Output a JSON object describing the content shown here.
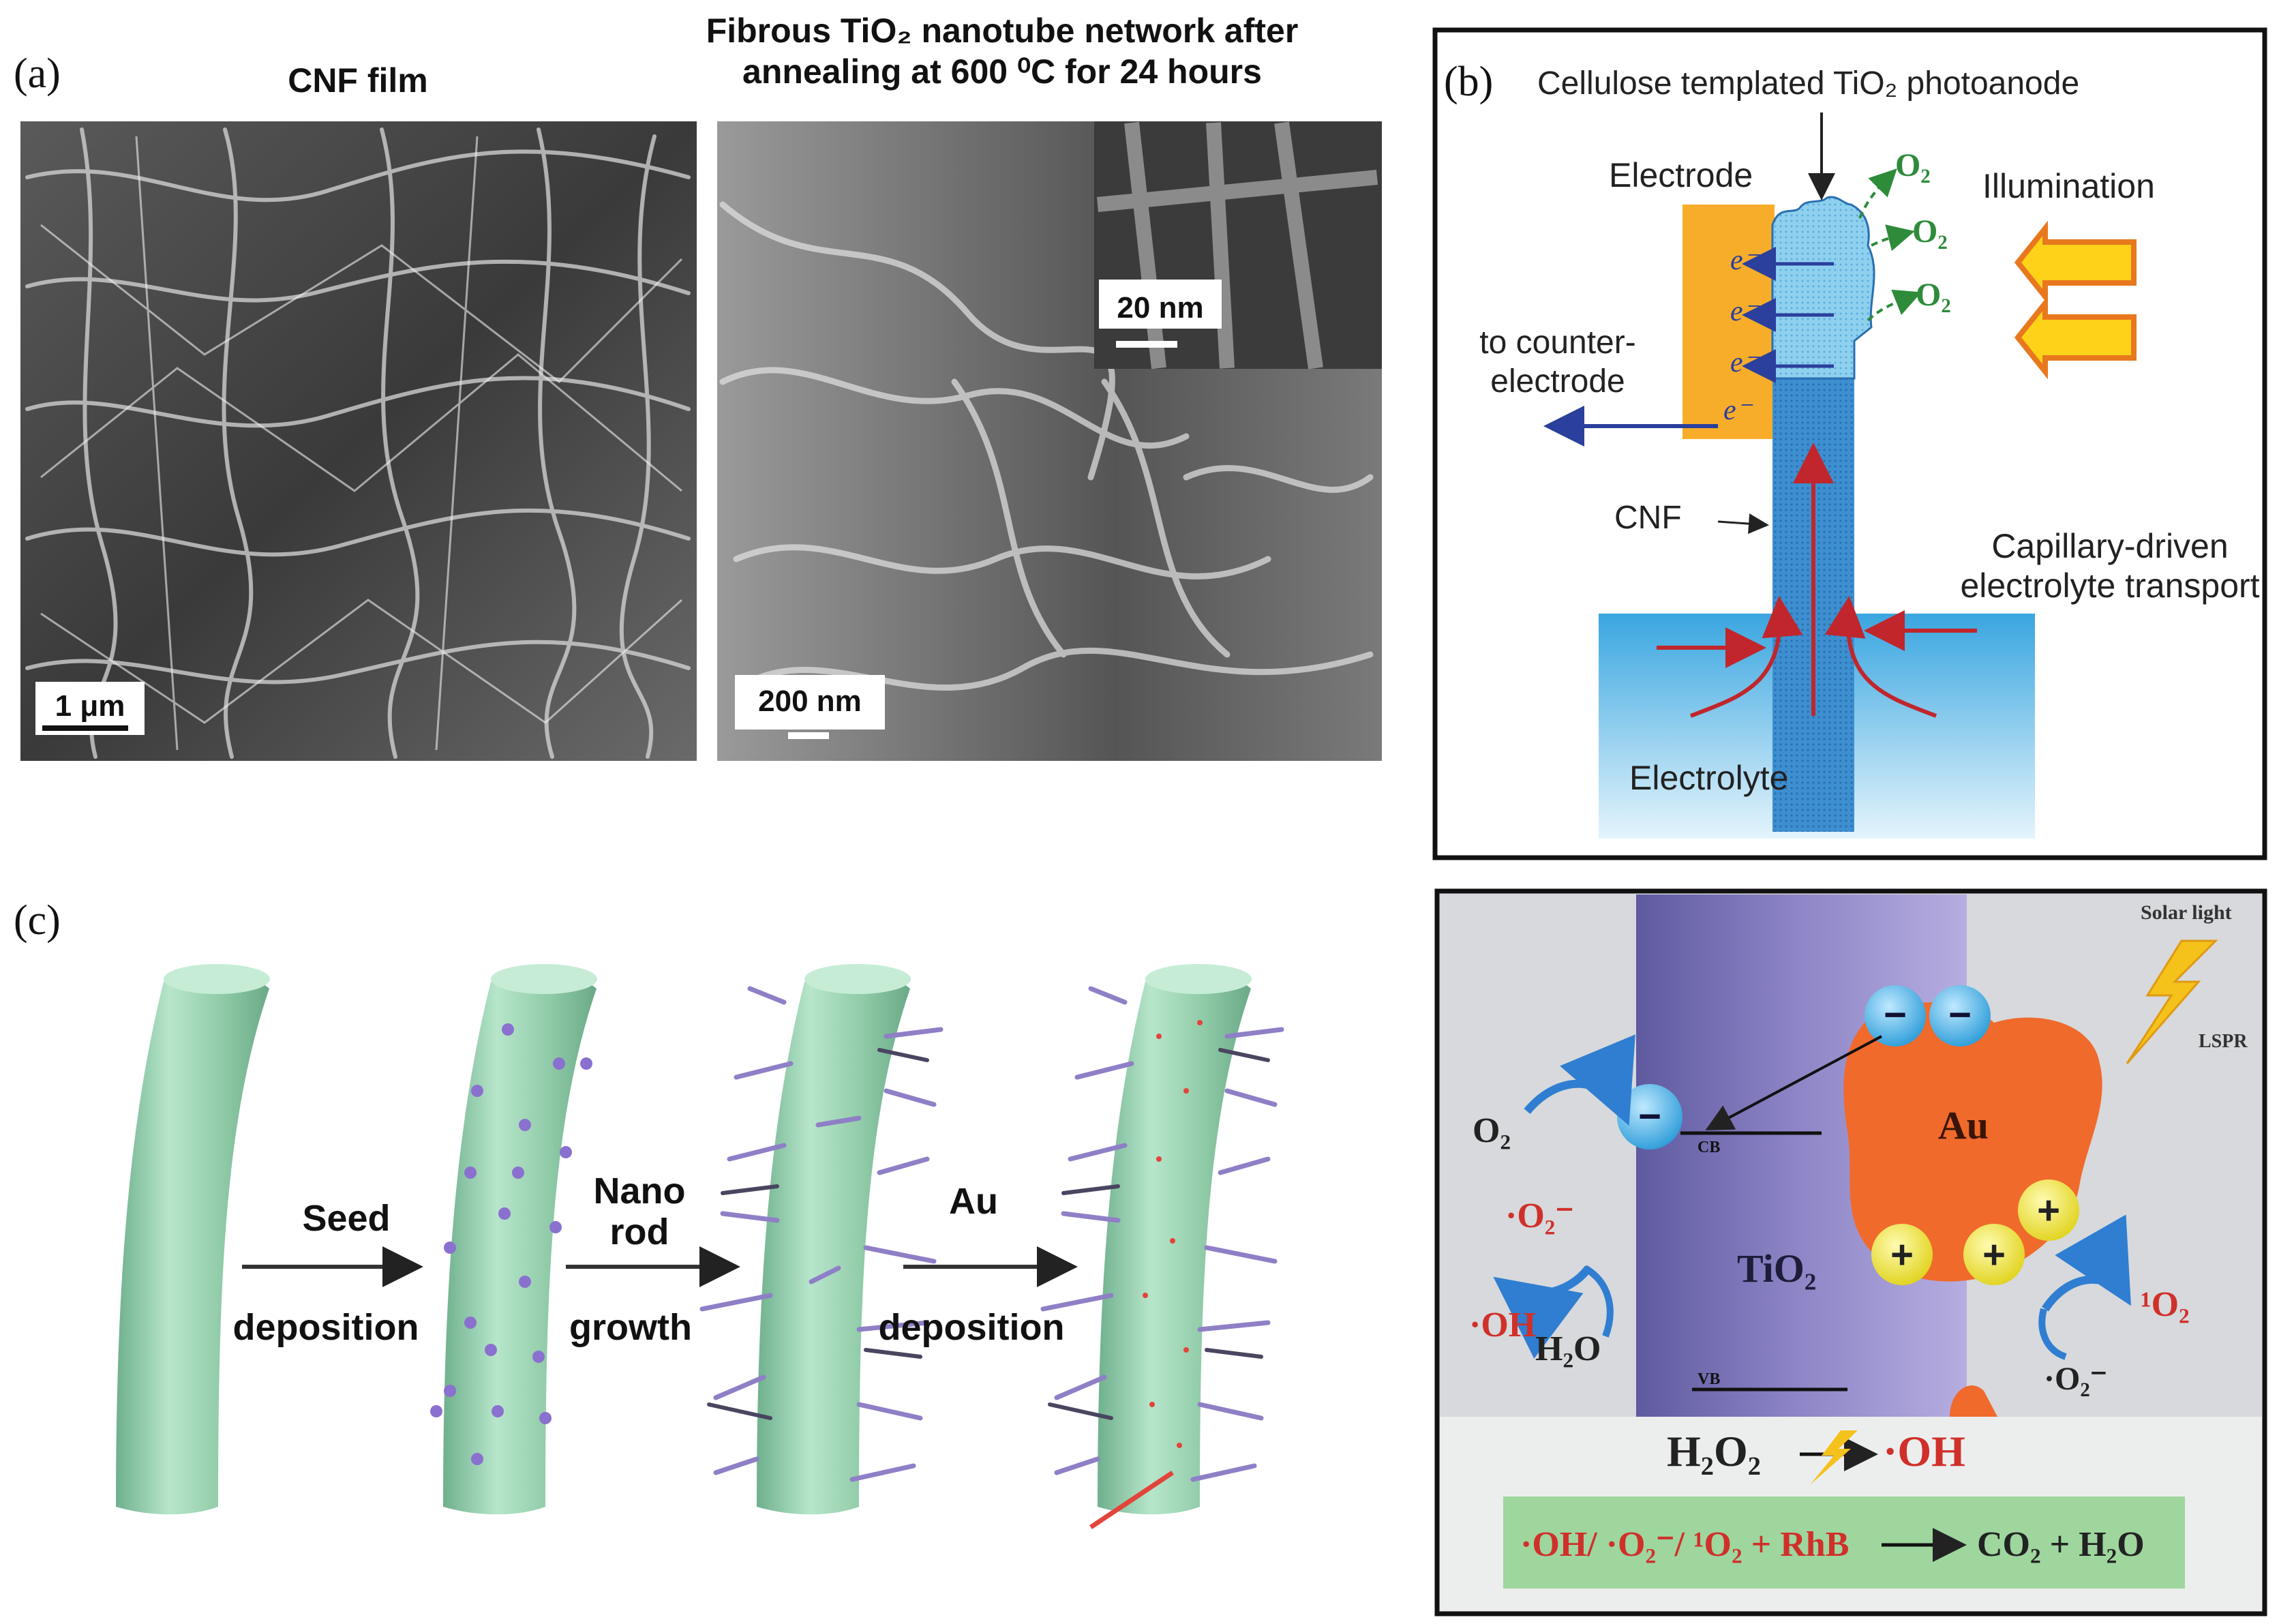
{
  "a": {
    "label": "(a)",
    "left_title": "CNF film",
    "right_title_1": "Fibrous TiO₂ nanotube network after",
    "right_title_2": "annealing at 600 ⁰C for 24 hours",
    "scale_left": "1 μm",
    "scale_right": "200 nm",
    "scale_inset": "20 nm"
  },
  "b": {
    "label": "(b)",
    "title": "Cellulose templated TiO₂ photoanode",
    "electrode": "Electrode",
    "illumination": "Illumination",
    "o2": "O₂",
    "electron": "e⁻",
    "counter_1": "to counter-",
    "counter_2": "electrode",
    "cnf": "CNF",
    "capillary_1": "Capillary-driven",
    "capillary_2": "electrolyte transport",
    "electrolyte": "Electrolyte"
  },
  "c": {
    "label": "(c)",
    "step1_top": "Seed",
    "step1_bottom": "deposition",
    "step2_top_1": "Nano",
    "step2_top_2": "rod",
    "step2_bottom": "growth",
    "step3_top": "Au",
    "step3_bottom": "deposition"
  },
  "d": {
    "solar": "Solar light",
    "lspr": "LSPR",
    "au": "Au",
    "o2": "O₂",
    "superoxide": "·O₂⁻",
    "oh": "·OH",
    "h2o": "H₂O",
    "cb": "CB",
    "vb": "VB",
    "tio2": "TiO₂",
    "singlet_o2": "¹O₂",
    "superoxide_right": "·O₂⁻",
    "minus": "−",
    "plus": "+",
    "h2o2": "H₂O₂",
    "oh_product": "·OH",
    "eq_left": "·OH/ ·O₂⁻/ ¹O₂ + RhB",
    "eq_right": "CO₂ + H₂O"
  },
  "colors": {
    "fiber": "#9fd3b5",
    "nanorod": "#8f7fc6",
    "au_particle": "#f06a2c",
    "tio2_band": "#8b80c2",
    "electrode_orange": "#f7ad2a",
    "cnf_blue": "#3d8fd0",
    "electrolyte_blue": "#4fb1e5",
    "green_box": "#9ed69e"
  }
}
